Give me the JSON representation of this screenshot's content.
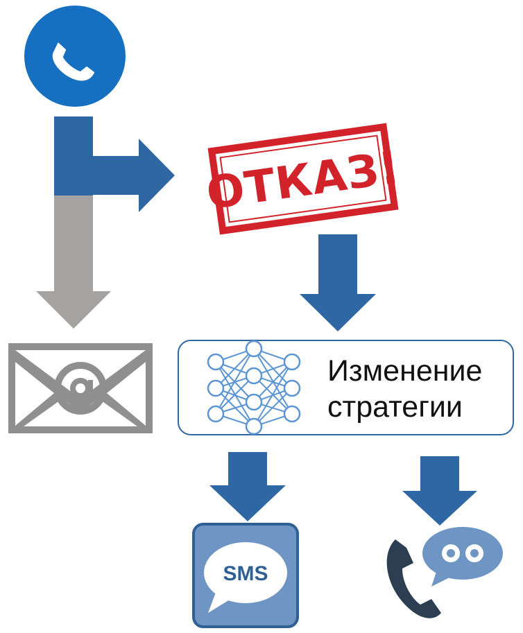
{
  "colors": {
    "accent_blue": "#2e67a3",
    "gray": "#a5a2a2",
    "stamp_red": "#d2232a",
    "phone_dark": "#2b3e52",
    "neural_blue": "#5b95d3",
    "sms_bg": "#6e95c3"
  },
  "icons": {
    "start": "phone-icon",
    "email": "envelope-at-icon",
    "ai": "neural-network-icon",
    "sms": "sms-bubble-icon",
    "voice": "voicemail-phone-icon"
  },
  "stamp": {
    "text": "ОТКАЗ!"
  },
  "strategy": {
    "line1": "Изменение",
    "line2": "стратегии"
  },
  "sms": {
    "label": "SMS"
  }
}
